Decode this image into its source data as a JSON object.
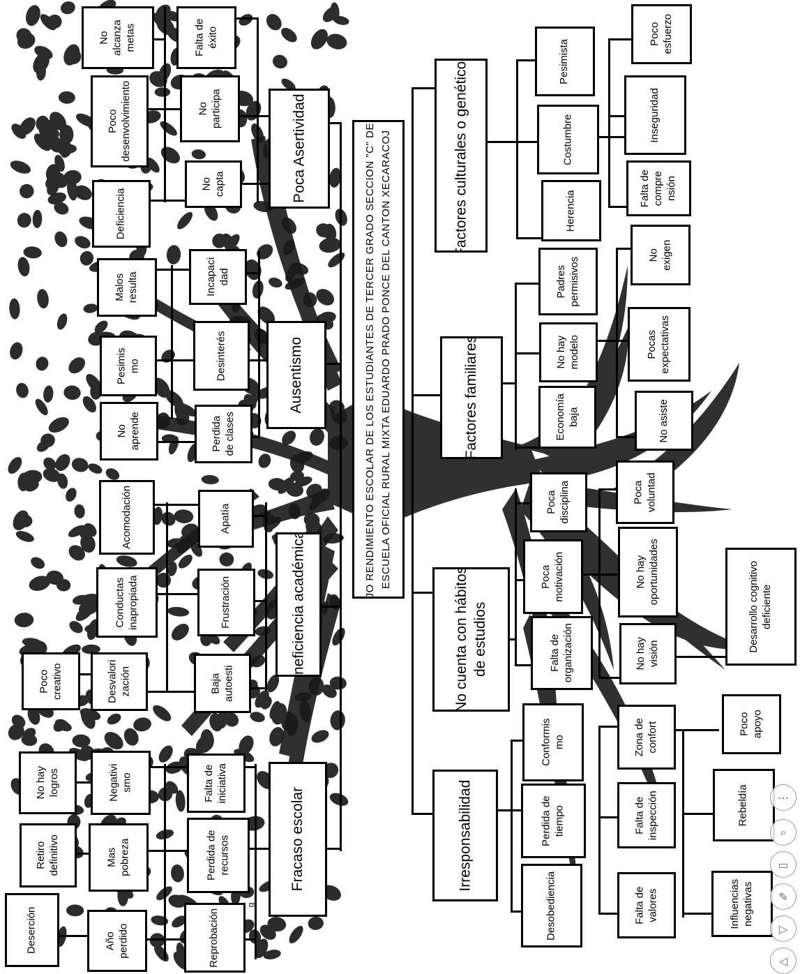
{
  "title": "BAJO RENDIMIENTO ESCOLAR DE LOS ESTUDIANTES DE TERCER GRADO SECCION \"C\" DE LA\nESCUELA OFICIAL RURAL MIXTA EDUARDO PRADO PONCE DEL CANTON XECARACOJ",
  "causes": {
    "culturales": "Factores culturales o genéticos",
    "familiares": "Factores familiares",
    "habitos": "No cuenta con hábitos\nde estudios",
    "irresponsabilidad": "Irresponsabilidad"
  },
  "culturales": {
    "pesimista": "Pesimista",
    "costumbre": "Costumbre",
    "herencia": "Herencia",
    "poco_esfuerzo": "Poco\nesfuerzo",
    "inseguridad": "Inseguridad",
    "falta_comprension": "Falta de\ncompre\nnsión"
  },
  "familiares": {
    "padres_permisivos": "Padres\npermisivos",
    "no_hay_modelo": "No hay\nmodelo",
    "economia_baja": "Economía\nbaja",
    "no_exigen": "No\nexigen",
    "pocas_expectativas": "Pocas\nexpectativas",
    "no_asiste": "No asiste"
  },
  "habitos": {
    "poca_disciplina": "Poca\ndisciplina",
    "poca_motivacion": "Poca\nmotivación",
    "falta_organizacion": "Falta de\norganización",
    "poca_voluntad": "Poca\nvoluntad",
    "no_hay_oportunidades": "No hay\noportunidades",
    "no_hay_vision": "No hay\nvisión",
    "desarrollo_cognitivo": "Desarrollo cognitivo\ndeficiente"
  },
  "irresponsabilidad": {
    "conformismo": "Conformis\nmo",
    "perdida_tiempo": "Perdida de\ntiempo",
    "desobediencia": "Desobediencia",
    "zona_confort": "Zona de\nconfort",
    "falta_inspeccion": "Falta de\ninspección",
    "falta_valores": "Falta de\nvalores",
    "poco_apoyo": "Poco\napoyo",
    "rebeldia": "Rebeldía",
    "influencias_negativas": "Influencias\nnegativas"
  },
  "effects": {
    "poca_asertividad": "Poca Asertividad",
    "ausentismo": "Ausentismo",
    "ineficiencia": "Ineficiencia académica",
    "fracaso": "Fracaso escolar"
  },
  "asertividad": {
    "no_alcanza_metas": "No\nalcanza\nmetas",
    "falta_exito": "Falta de\néxito",
    "poco_desenvolvimiento": "Poco\ndesenvolvimiento",
    "no_participa": "No\nparticipa",
    "deficiencia": "Deficiencia",
    "no_capta": "No\ncapta"
  },
  "ausentismo": {
    "malos_resulta": "Malos\nresulta",
    "incapacidad": "Incapaci\ndad",
    "pesimismo": "Pesimis\nmo",
    "desinteres": "Desinterés",
    "no_aprende": "No\naprende",
    "perdida_clases": "Perdida\nde clases"
  },
  "ineficiencia": {
    "acomodacion": "Acomodación",
    "apatia": "Apatía",
    "conductas": "Conductas\ninapropiada",
    "frustracion": "Frustración",
    "poco_creativo": "Poco\ncreativo",
    "desvalorizacion": "Desvalori\nzación",
    "baja_autoestima": "Baja\nautoesti"
  },
  "fracaso": {
    "no_hay_logros": "No hay\nlogros",
    "negativismo": "Negativi\nsmo",
    "falta_iniciativa": "Falta de\niniciativa",
    "retiro_definitivo": "Retiro\ndefinitivo",
    "mas_pobreza": "Mas\npobreza",
    "perdida_recursos": "Perdida de\nrecursos",
    "desercion": "Deserción",
    "ano_perdido": "Año\nperdido",
    "reprobacion": "Reprobación"
  },
  "stray_mark": "g",
  "nav_icons": [
    "more-icon",
    "zoom-icon",
    "slides-icon",
    "pen-icon",
    "next-icon",
    "previous-icon"
  ]
}
